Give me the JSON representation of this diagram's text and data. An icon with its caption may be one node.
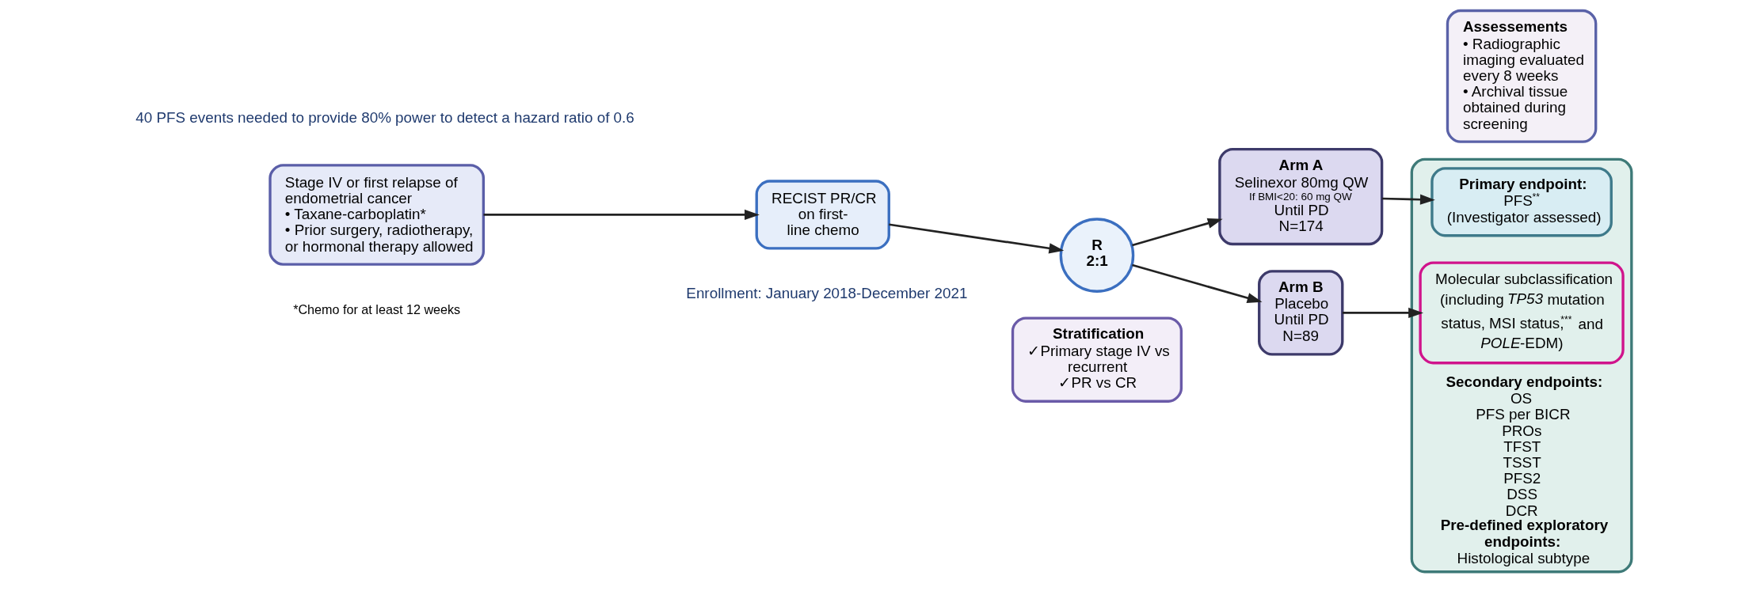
{
  "diagram": {
    "nodes": [
      {
        "text": [
          "Stage IV or first relapse of endometrial cancer",
          "• Taxane-carboplatin*",
          "• Prior surgery, radiotherapy, or hormonal therapy allowed"
        ],
        "beside": [
          "*Chemo for at least 12 weeks"
        ]
      },
      {
        "text": [
          "RECIST PR/CR on first-line chemo"
        ]
      },
      {
        "text": [
          "R 2:1"
        ]
      },
      {
        "text": [
          "Stratification",
          "✓Primary stage IV vs recurrent",
          "✓PR vs CR"
        ]
      },
      {
        "text": [
          "Arm A",
          "Selinexor 80mg QW",
          "If BMI<20: 60 mg QW",
          "Until PD",
          "N=174"
        ]
      },
      {
        "text": [
          "Arm B",
          "Placebo",
          "Until PD",
          "N=89"
        ]
      },
      {
        "text": [
          "Assessements",
          "• Radiographic imaging evaluated every 8 weeks",
          "• Archival tissue obtained during screening"
        ]
      },
      {
        "text": [
          "Secondary endpoints:",
          "OS",
          "PFS per BICR",
          "PROs",
          "TFST",
          "TSST",
          "PFS2",
          "DSS",
          "DCR",
          "Pre-defined exploratory endpoints:",
          "Histological subtype"
        ]
      },
      {
        "text": [
          "Primary endpoint:",
          "PFS$^{**}$",
          "(Investigator assessed)"
        ],
        "in": 7
      },
      {
        "text": [
          "Molecular subclassification (including *TP53* mutation status, MSI status,$^{***}$ and *POLE*-EDM)"
        ],
        "in": 7
      }
    ],
    "edges": [
      {
        "from": 0,
        "to": 1,
        "arrow": "to"
      },
      {
        "from": 1,
        "to": 2,
        "arrow": "to"
      },
      {
        "from": 2,
        "to": 4,
        "arrow": "to"
      },
      {
        "from": 2,
        "to": 5,
        "arrow": "to"
      },
      {
        "from": 4,
        "to": 8,
        "arrow": "to"
      },
      {
        "from": 5,
        "to": 9,
        "arrow": "to"
      }
    ],
    "labels": [
      "Enrollment: January 2018-December 2021",
      "40 PFS events needed to provide 80% power to detect a hazard ratio of 0.6"
    ]
  }
}
